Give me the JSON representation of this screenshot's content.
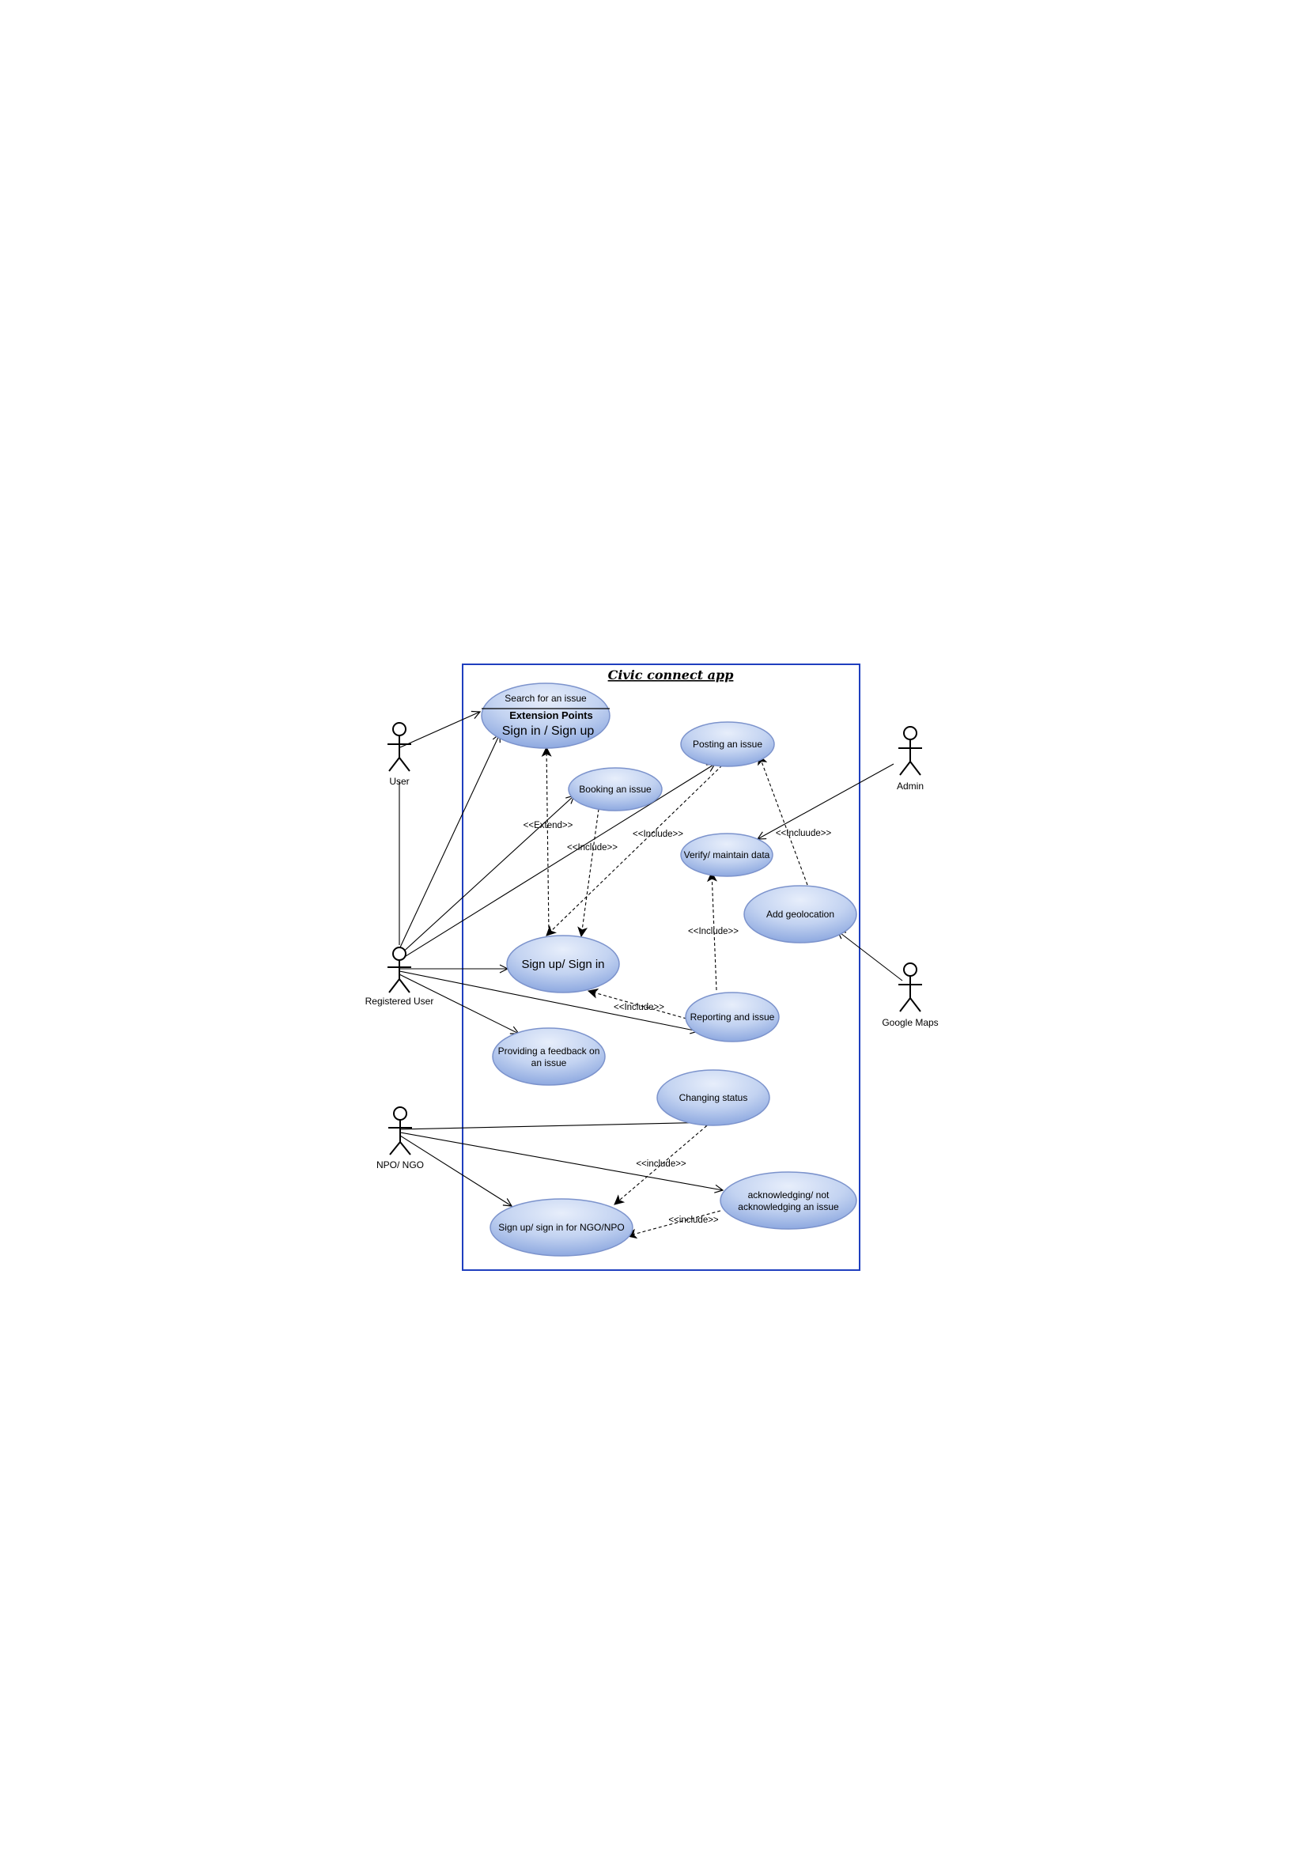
{
  "title": "Civic connect app",
  "actors": {
    "user": "User",
    "registered_user": "Registered User",
    "npo_ngo": "NPO/ NGO",
    "admin": "Admin",
    "google_maps": "Google Maps"
  },
  "use_cases": {
    "search": {
      "name": "Search for an issue",
      "extension_header": "Extension Points",
      "extension_point": "Sign in / Sign up"
    },
    "posting": "Posting an issue",
    "booking": "Booking an issue",
    "verify": "Verify/ maintain data",
    "geolocation": "Add geolocation",
    "signup": "Sign up/ Sign in",
    "reporting": "Reporting and issue",
    "feedback_line1": "Providing a feedback on",
    "feedback_line2": "an issue",
    "changing_status": "Changing status",
    "ack_line1": "acknowledging/ not",
    "ack_line2": "acknowledging an issue",
    "signup_ngo": "Sign up/ sign in for NGO/NPO"
  },
  "relations": {
    "extend": "<<Extend>>",
    "include_booking": "<<Include>>",
    "include_posting": "<<Include>>",
    "include_admin": "<<Incluude>>",
    "include_reporting_verify": "<<Include>>",
    "include_reporting_signup": "<<Include>>",
    "include_changing": "<<include>>",
    "include_ack": "<<include>>"
  },
  "colors": {
    "boundary": "#1f3fbf",
    "usecase_light": "#e3ebf9",
    "usecase_dark": "#8ea9e0",
    "usecase_stroke": "#7c93cc"
  }
}
